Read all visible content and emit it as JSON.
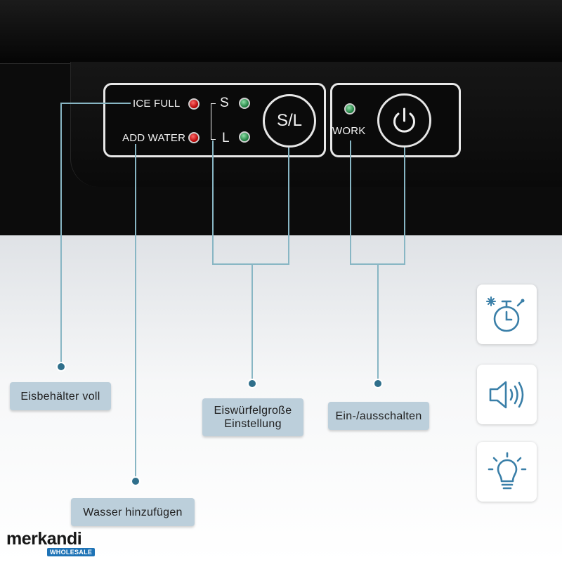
{
  "panel": {
    "ice_full_label": "ICE FULL",
    "add_water_label": "ADD WATER",
    "size_small_label": "S",
    "size_large_label": "L",
    "sl_button_label": "S/L",
    "work_label": "WORK"
  },
  "callouts": {
    "ice_full": "Eisbehälter voll",
    "add_water": "Wasser hinzufügen",
    "size": "Eiswürfelgroße\nEinstellung",
    "power": "Ein-/ausschalten"
  },
  "features": [
    "timer-icon",
    "speaker-icon",
    "lightbulb-icon"
  ],
  "logo": {
    "name": "merkandi",
    "badge": "WHOLESALE"
  },
  "colors": {
    "device": "#0c0c0c",
    "led_red": "#c01010",
    "led_green": "#2e8a4c",
    "callout_bg": "#bccfdb",
    "callout_dot": "#2f6f8b",
    "connector_line": "#88b6c4",
    "icon_blue": "#3a7fa8",
    "logo_badge": "#1e73b6"
  }
}
